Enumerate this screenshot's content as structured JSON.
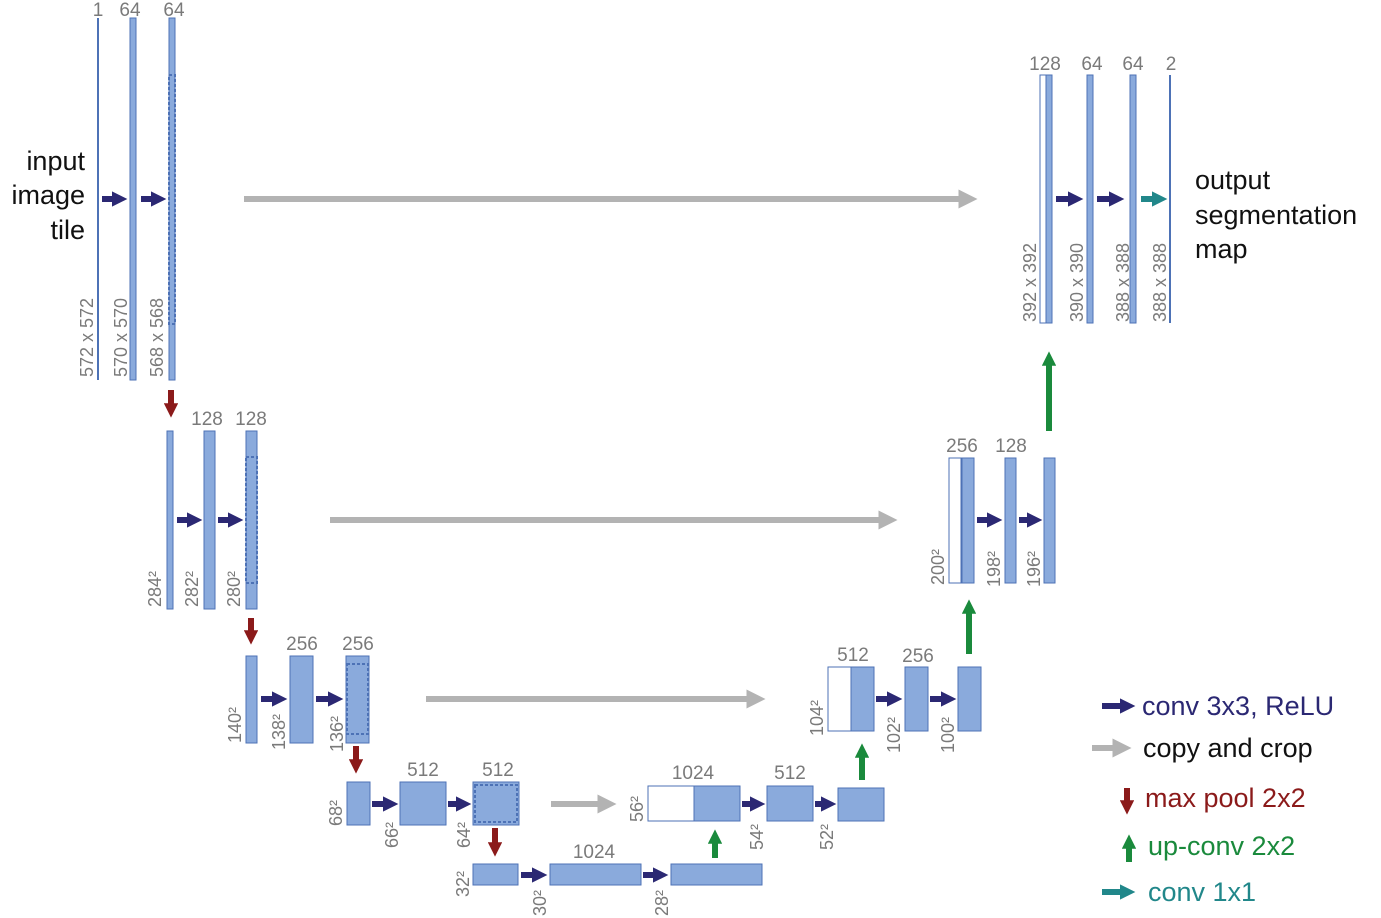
{
  "labels": {
    "input": [
      "input",
      "image",
      "tile"
    ],
    "output": [
      "output",
      "segmentation",
      "map"
    ]
  },
  "levels": [
    {
      "name": "level-1",
      "enc": {
        "channels": [
          "1",
          "64",
          "64"
        ],
        "dims": [
          "572 x 572",
          "570 x 570",
          "568 x 568"
        ]
      },
      "dec": {
        "channels": [
          "128",
          "64",
          "64",
          "2"
        ],
        "dims": [
          "392 x 392",
          "390 x 390",
          "388 x 388",
          "388 x 388"
        ]
      }
    },
    {
      "name": "level-2",
      "enc": {
        "channels": [
          "128",
          "128"
        ],
        "dims": [
          "284²",
          "282²",
          "280²"
        ]
      },
      "dec": {
        "channels": [
          "256",
          "128"
        ],
        "dims": [
          "200²",
          "198²",
          "196²"
        ]
      }
    },
    {
      "name": "level-3",
      "enc": {
        "channels": [
          "256",
          "256"
        ],
        "dims": [
          "140²",
          "138²",
          "136²"
        ]
      },
      "dec": {
        "channels": [
          "512",
          "256"
        ],
        "dims": [
          "104²",
          "102²",
          "100²"
        ]
      }
    },
    {
      "name": "level-4",
      "enc": {
        "channels": [
          "512",
          "512"
        ],
        "dims": [
          "68²",
          "66²",
          "64²"
        ]
      },
      "dec": {
        "channels": [
          "1024",
          "512"
        ],
        "dims": [
          "56²",
          "54²",
          "52²"
        ]
      }
    },
    {
      "name": "bottleneck",
      "enc": {
        "channels": [
          "1024"
        ],
        "dims": [
          "32²",
          "30²",
          "28²"
        ]
      }
    }
  ],
  "legend": [
    {
      "key": "conv",
      "label": "conv 3x3, ReLU",
      "color": "#2b2873"
    },
    {
      "key": "copy",
      "label": "copy and crop",
      "color": "#b3b3b3"
    },
    {
      "key": "pool",
      "label": "max pool 2x2",
      "color": "#8b1a1a"
    },
    {
      "key": "up",
      "label": "up-conv 2x2",
      "color": "#1a8a3c"
    },
    {
      "key": "conv1",
      "label": "conv 1x1",
      "color": "#21878a"
    }
  ],
  "colors": {
    "feature_fill": "#8aaadc",
    "feature_stroke": "#4d72b6",
    "legend_copy_text": "#111111"
  }
}
